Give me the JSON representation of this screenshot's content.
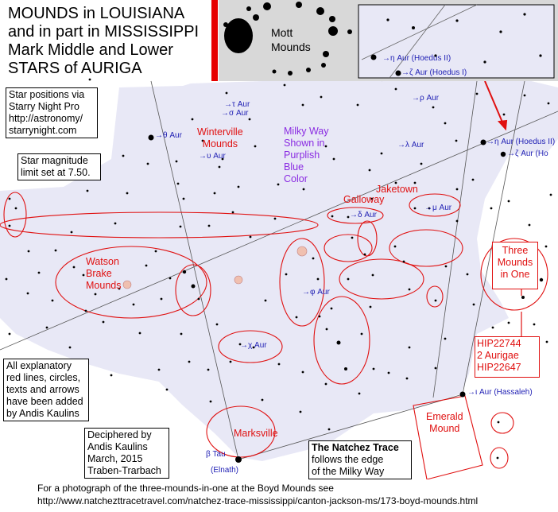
{
  "title": {
    "lines": [
      "MOUNDS in LOUISIANA",
      "and in part in MISSISSIPPI",
      "Mark Middle and Lower",
      "STARS of AURIGA"
    ]
  },
  "boxes": {
    "star_positions": [
      "Star positions via",
      "Starry Night Pro",
      "http://astronomy/",
      "starrynight.com"
    ],
    "magnitude": [
      "Star magnitude",
      "limit set at 7.50."
    ],
    "explanatory": [
      "All explanatory",
      "red lines, circles,",
      "texts and arrows",
      "have been added",
      "by Andis Kaulins"
    ],
    "deciphered": [
      "Deciphered by",
      "Andis Kaulins",
      "March, 2015",
      "Traben-Trarbach"
    ],
    "natchez_title": "The Natchez Trace",
    "natchez_lines": [
      "follows the edge",
      "of the Milky Way"
    ]
  },
  "labels": {
    "mott": [
      "Mott",
      "Mounds"
    ],
    "winterville": [
      "Winterville",
      "Mounds"
    ],
    "milky_way": [
      "Milky Way",
      "Shown in",
      "Purplish",
      "Blue",
      "Color"
    ],
    "galloway": "Galloway",
    "jaketown": "Jaketown",
    "watson": [
      "Watson",
      "Brake",
      "Mounds"
    ],
    "marksville": "Marksville",
    "emerald": [
      "Emerald",
      "Mound"
    ],
    "three": [
      "Three",
      "Mounds",
      "in One"
    ],
    "hip": [
      "HIP22744",
      "2 Aurigae",
      "HIP22647"
    ]
  },
  "stars": {
    "theta": "θ Aur",
    "tau": "τ Aur",
    "sigma": "σ Aur",
    "upsilon": "υ Aur",
    "rho": "ρ Aur",
    "lambda": "λ Aur",
    "eta_main": "η Aur (Hoedus II)",
    "zeta_main": "ζ Aur (Ho",
    "eta_inset": "η Aur (Hoedus II)",
    "zeta_inset": "ζ Aur (Hoedus I)",
    "mu": "μ Aur",
    "delta": "δ Aur",
    "phi": "φ Aur",
    "chi": "χ Aur",
    "iota": "ι Aur (Hassaleh)",
    "beta_tau": "β Tau",
    "elnath": "(Elnath)"
  },
  "caption": {
    "line1": "For a photograph of the three-mounds-in-one at the Boyd Mounds see",
    "line2": "http://www.natchezttracetravel.com/natchez-trace-mississippi/canton-jackson-ms/173-boyd-mounds.html"
  },
  "colors": {
    "milky_way": "#e8e8f6",
    "annotation_red": "#e01010",
    "star_label_blue": "#1f1fb4",
    "purple_text": "#8a2be2",
    "inset_bg": "#d8d8d8"
  }
}
